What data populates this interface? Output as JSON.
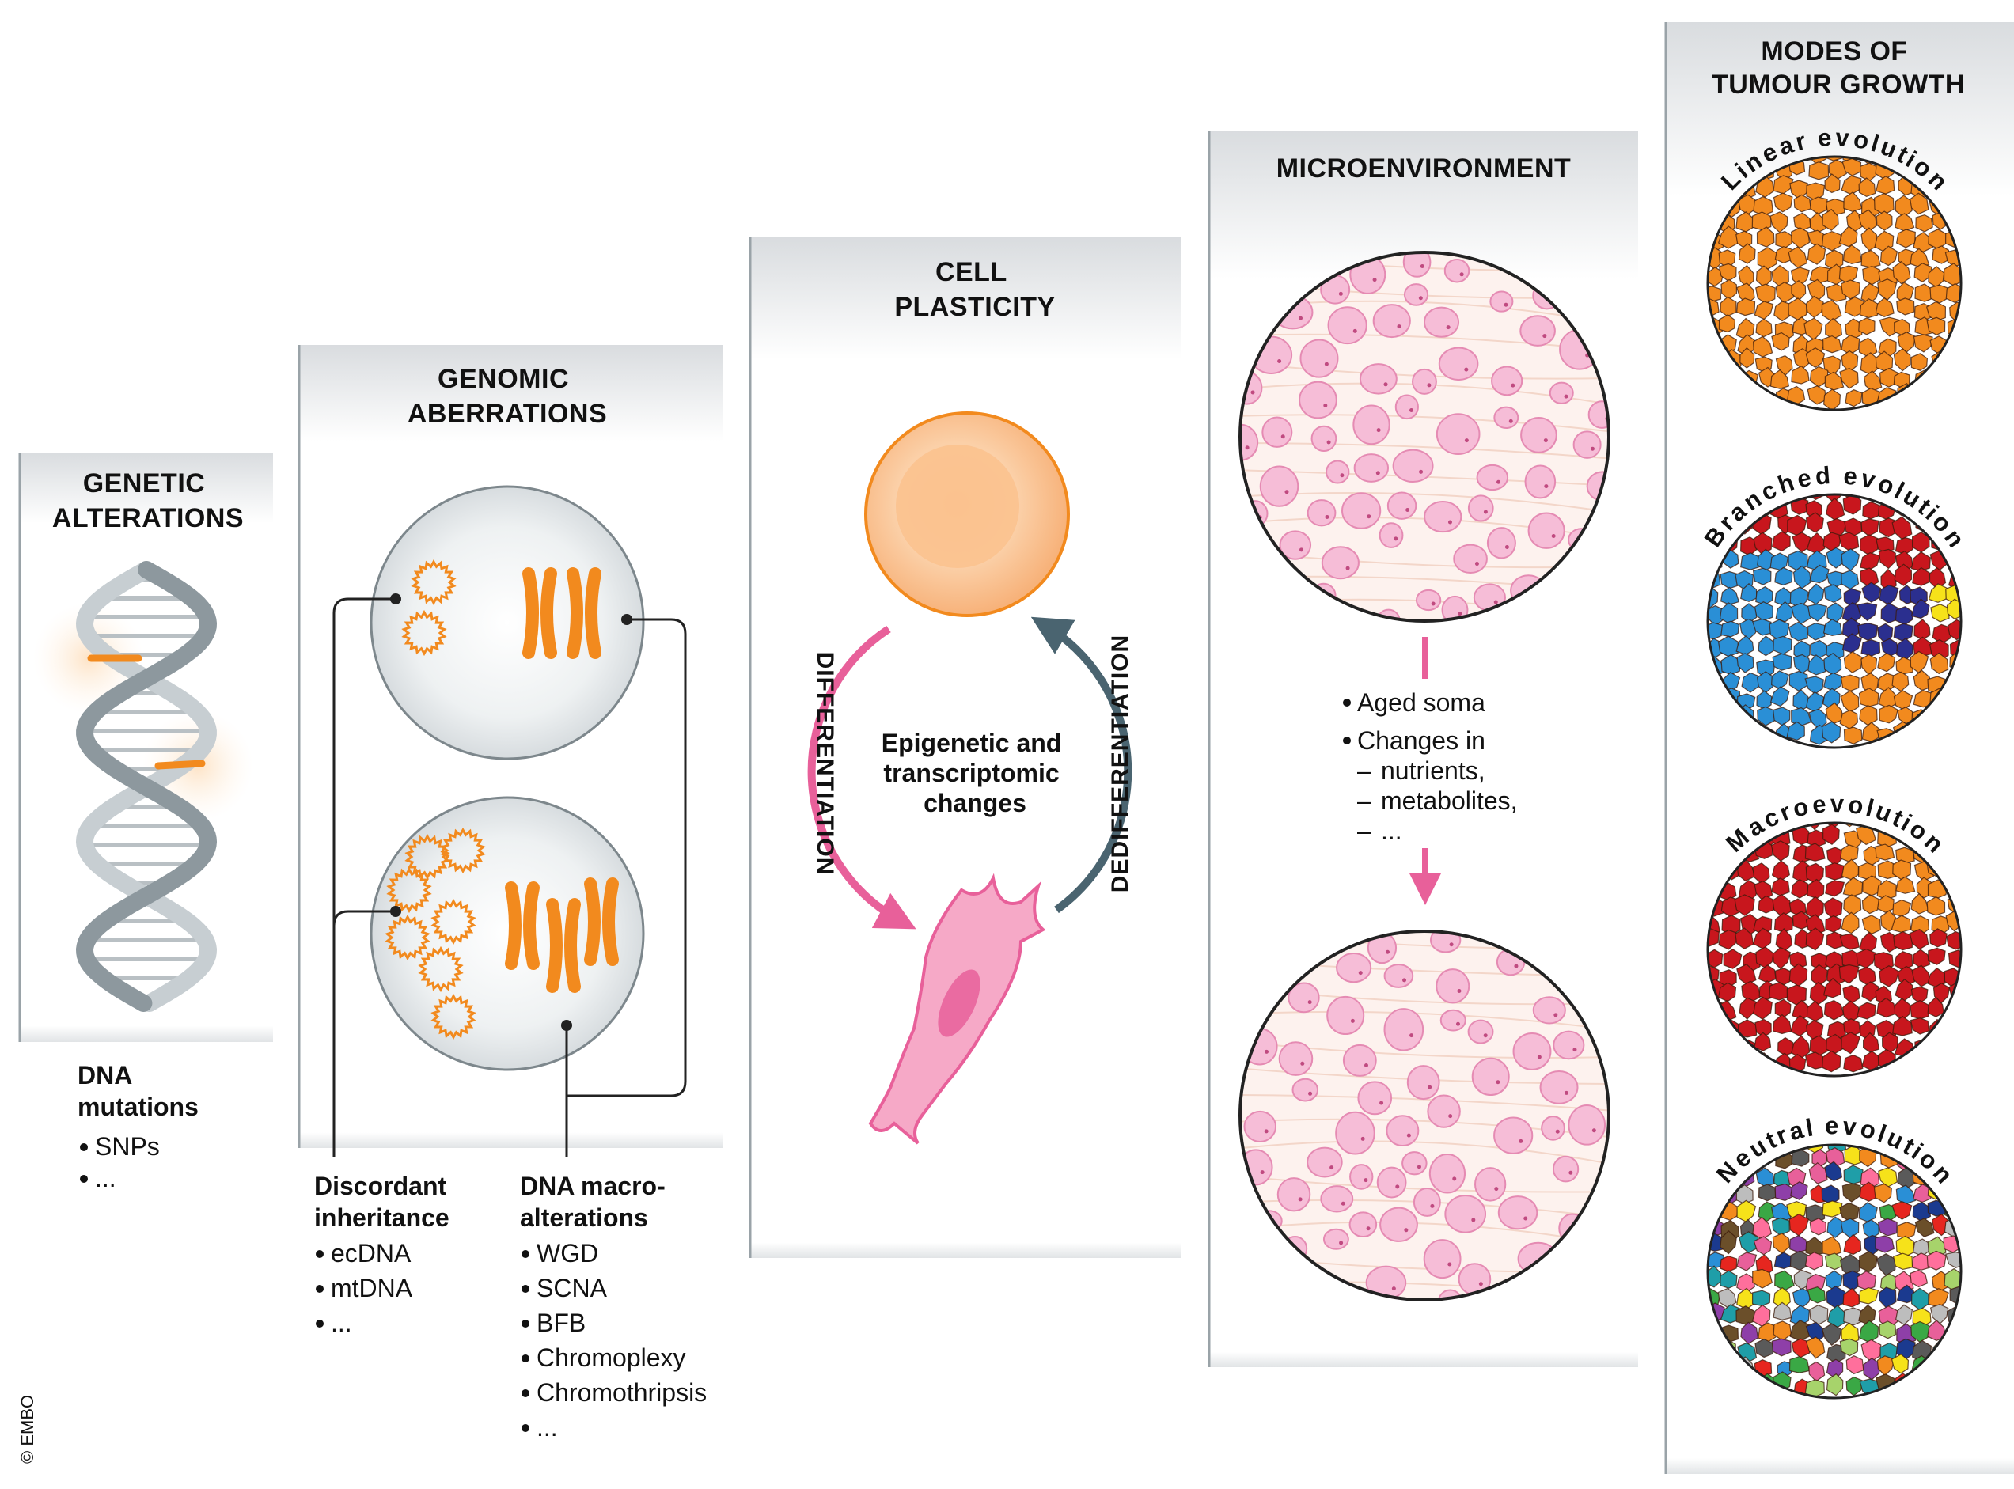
{
  "copyright": "© EMBO",
  "panels": {
    "genetic": {
      "title_lines": [
        "GENETIC",
        "ALTERATIONS"
      ],
      "sub_lines": [
        "DNA",
        "mutations"
      ],
      "bullets": [
        "SNPs",
        "..."
      ]
    },
    "genomic": {
      "title_lines": [
        "GENOMIC",
        "ABERRATIONS"
      ],
      "left_sub_lines": [
        "Discordant",
        "inheritance"
      ],
      "left_bullets": [
        "ecDNA",
        "mtDNA",
        "..."
      ],
      "right_sub_lines": [
        "DNA macro-",
        "alterations"
      ],
      "right_bullets": [
        "WGD",
        "SCNA",
        "BFB",
        "Chromoplexy",
        "Chromothripsis",
        "..."
      ]
    },
    "plasticity": {
      "title_lines": [
        "CELL",
        "PLASTICITY"
      ],
      "center_lines": [
        "Epigenetic and",
        "transcriptomic",
        "changes"
      ],
      "left_arc": "DIFFERENTIATION",
      "right_arc": "DEDIFFERENTIATION"
    },
    "microenvironment": {
      "title": "MICROENVIRONMENT",
      "bullets": [
        "Aged soma",
        "Changes in"
      ],
      "dash_items": [
        "nutrients,",
        "metabolites,",
        "..."
      ]
    },
    "modes": {
      "title_lines": [
        "MODES OF",
        "TUMOUR GROWTH"
      ],
      "labels": [
        "Linear evolution",
        "Branched evolution",
        "Macroevolution",
        "Neutral evolution"
      ]
    }
  },
  "colors": {
    "orange": "#f28a1e",
    "red": "#c8161d",
    "blue": "#2a8fd6",
    "navy": "#2b2f8f",
    "yellow": "#f6e21a",
    "pink": "#e8609a",
    "slate": "#4a6470",
    "panel_grey": "#e3e6e8"
  }
}
